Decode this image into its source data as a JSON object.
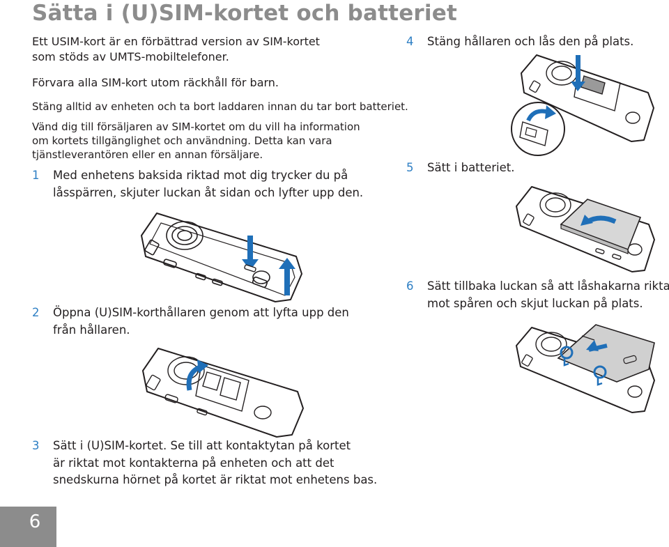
{
  "page": {
    "title": "Sätta i (U)SIM-kortet och batteriet",
    "intro_1_line_1": "Ett USIM-kort är en förbättrad version av SIM-kortet",
    "intro_1_line_2": "som stöds av UMTS-mobiltelefoner.",
    "intro_2": "Förvara alla SIM-kort utom räckhåll för barn.",
    "intro_3": "Stäng alltid av enheten och ta bort laddaren innan du tar bort batteriet.",
    "intro_4_line_1": "Vänd dig till försäljaren av SIM-kortet om du vill ha information",
    "intro_4_line_2": "om kortets tillgänglighet och användning. Detta kan vara",
    "intro_4_line_3": "tjänstleverantören eller en annan försäljare.",
    "page_number": "6"
  },
  "steps": [
    {
      "number": "1",
      "lines": [
        "Med enhetens baksida riktad mot dig trycker du på",
        "låsspärren, skjuter luckan åt sidan och lyfter upp den."
      ]
    },
    {
      "number": "2",
      "lines": [
        "Öppna (U)SIM-korthållaren genom att lyfta upp den",
        "från hållaren."
      ]
    },
    {
      "number": "3",
      "lines": [
        "Sätt i (U)SIM-kortet. Se till att kontaktytan på kortet",
        "är riktat mot kontakterna på enheten och att det",
        "snedskurna hörnet på kortet är riktat mot enhetens bas."
      ]
    },
    {
      "number": "4",
      "lines": [
        "Stäng hållaren och lås den på plats."
      ]
    },
    {
      "number": "5",
      "lines": [
        "Sätt i batteriet."
      ]
    },
    {
      "number": "6",
      "lines": [
        "Sätt tillbaka luckan så att låshakarna riktas",
        "mot spåren och skjut luckan på plats."
      ]
    }
  ],
  "colors": {
    "title": "#8c8c8c",
    "step_number": "#2e7fc4",
    "arrow_blue": "#1f6fb8",
    "tab": "#8c8c8c"
  },
  "figures": [
    {
      "step": "1",
      "icons": [
        "phone-back-icon",
        "release-arrow-icon",
        "lift-arrow-icon"
      ]
    },
    {
      "step": "2",
      "icons": [
        "phone-open-icon",
        "rotate-arrow-icon"
      ]
    },
    {
      "step": "4",
      "icons": [
        "phone-open-icon",
        "close-holder-icon",
        "push-arrow-icon"
      ]
    },
    {
      "step": "5",
      "icons": [
        "phone-open-icon",
        "battery-icon",
        "insert-arrow-icon"
      ]
    },
    {
      "step": "6",
      "icons": [
        "phone-open-icon",
        "back-cover-icon",
        "latch-marker-icon"
      ]
    }
  ]
}
